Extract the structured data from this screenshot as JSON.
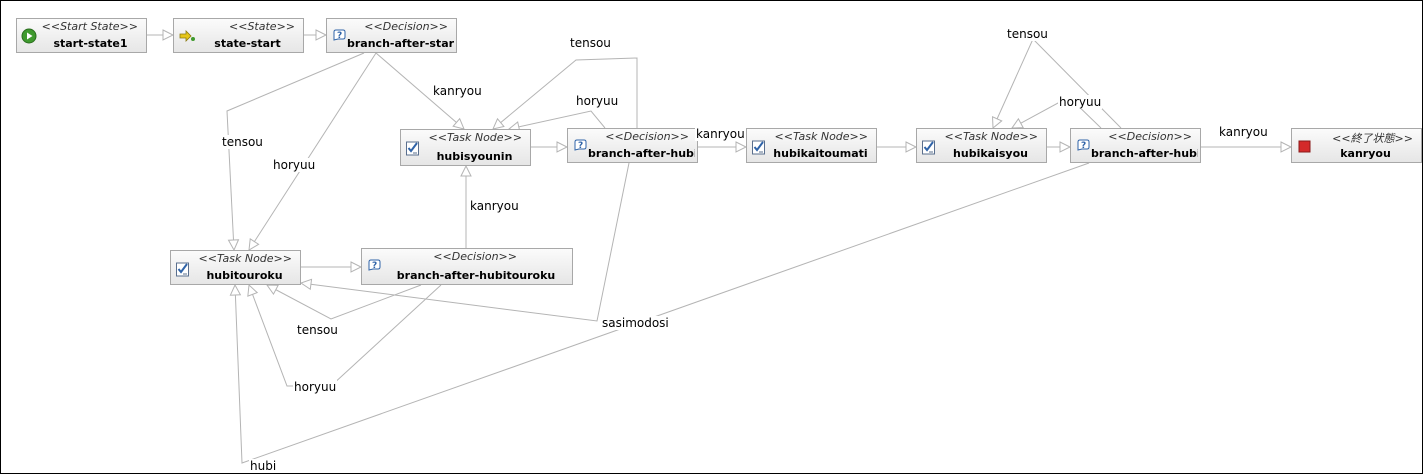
{
  "nodes": {
    "start_state1": {
      "stereotype": "<<Start State>>",
      "name": "start-state1",
      "icon": "start-icon"
    },
    "state_start": {
      "stereotype": "<<State>>",
      "name": "state-start",
      "icon": "state-icon"
    },
    "branch_after_start": {
      "stereotype": "<<Decision>>",
      "name": "branch-after-start",
      "icon": "decision-icon"
    },
    "hubisyounin": {
      "stereotype": "<<Task Node>>",
      "name": "hubisyounin",
      "icon": "task-icon"
    },
    "branch_after_hubisy": {
      "stereotype": "<<Decision>>",
      "name": "branch-after-hubisy",
      "icon": "decision-icon"
    },
    "hubikaitoumati": {
      "stereotype": "<<Task Node>>",
      "name": "hubikaitoumati",
      "icon": "task-icon"
    },
    "hubikaisyou": {
      "stereotype": "<<Task Node>>",
      "name": "hubikaisyou",
      "icon": "task-icon"
    },
    "branch_after_hubika": {
      "stereotype": "<<Decision>>",
      "name": "branch-after-hubika",
      "icon": "decision-icon"
    },
    "kanryou": {
      "stereotype": "<<終了状態>>",
      "name": "kanryou",
      "icon": "end-icon"
    },
    "hubitouroku": {
      "stereotype": "<<Task Node>>",
      "name": "hubitouroku",
      "icon": "task-icon"
    },
    "branch_after_hubitouroku": {
      "stereotype": "<<Decision>>",
      "name": "branch-after-hubitouroku",
      "icon": "decision-icon"
    }
  },
  "edge_labels": {
    "start_kanryou": "kanryou",
    "start_tensou": "tensou",
    "start_horyuu": "horyuu",
    "hubisy_tensou": "tensou",
    "hubisy_horyuu": "horyuu",
    "hubisy_kanryou": "kanryou",
    "touroku_kanryou": "kanryou",
    "hubika_tensou": "tensou",
    "hubika_horyuu": "horyuu",
    "hubika_kanryou": "kanryou",
    "touroku_tensou": "tensou",
    "touroku_horyuu": "horyuu",
    "sasimodosi": "sasimodosi",
    "hubi": "hubi"
  },
  "colors": {
    "edge": "#b4b4b4",
    "node_border": "#a8a8a8",
    "start_icon": "#3f9a2e",
    "end_icon": "#d42a2a",
    "task_icon": "#2f63a8",
    "decision_icon": "#2f63a8"
  }
}
